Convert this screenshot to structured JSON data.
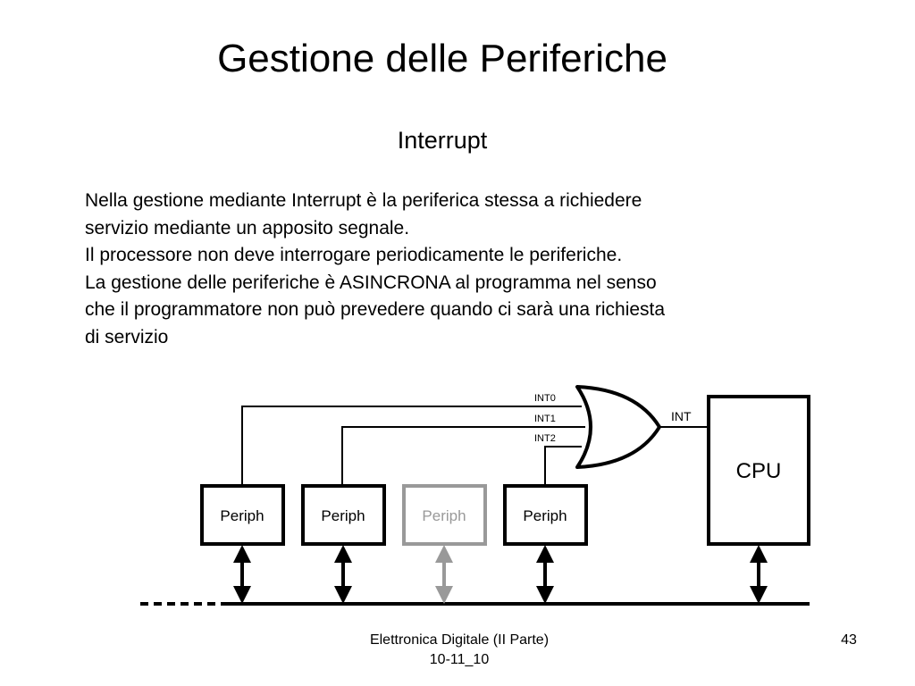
{
  "slide": {
    "title": "Gestione delle Periferiche",
    "subtitle": "Interrupt",
    "paragraph_lines": [
      "Nella gestione mediante Interrupt è la periferica stessa a richiedere",
      "servizio mediante un apposito segnale.",
      "Il processore non deve interrogare periodicamente le periferiche.",
      "La gestione delle periferiche è ASINCRONA al programma nel senso",
      "che il programmatore non può prevedere quando ci sarà una richiesta",
      "di servizio"
    ]
  },
  "diagram": {
    "signals": {
      "int0": "INT0",
      "int1": "INT1",
      "int2": "INT2",
      "int": "INT"
    },
    "cpu_label": "CPU",
    "peripherals": [
      {
        "label": "Periph",
        "active": true
      },
      {
        "label": "Periph",
        "active": true
      },
      {
        "label": "Periph",
        "active": false
      },
      {
        "label": "Periph",
        "active": true
      }
    ],
    "colors": {
      "active": "#000000",
      "inactive": "#999999"
    }
  },
  "footer": {
    "line1": "Elettronica Digitale (II Parte)",
    "line2": "10-11_10",
    "page_number": "43"
  }
}
